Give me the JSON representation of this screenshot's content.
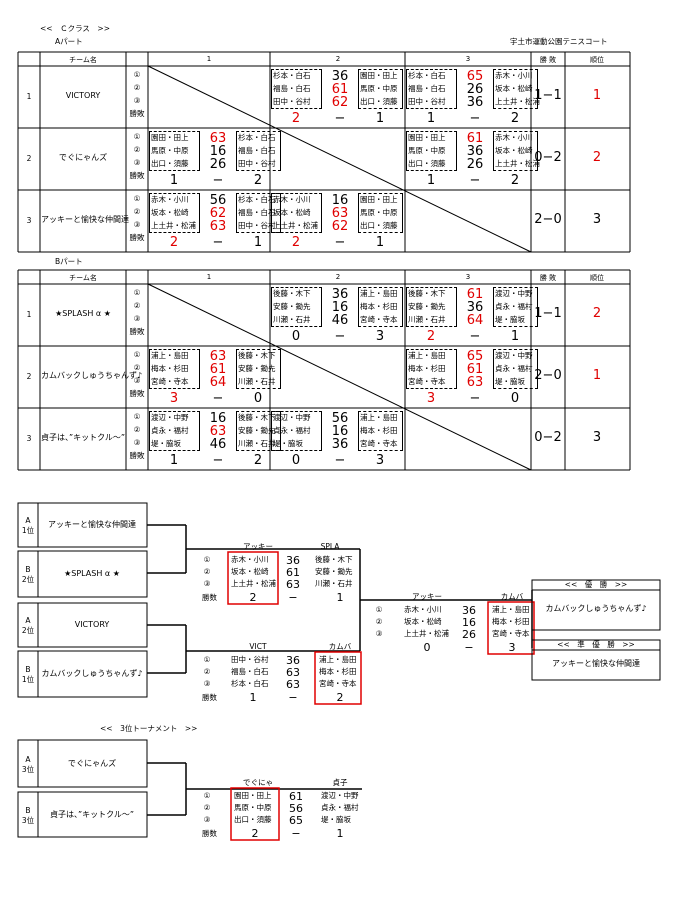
{
  "title": "<<　Ｃクラス　>>",
  "venue": "宇土市運動公園テニスコート",
  "partA": {
    "label": "Aパート",
    "hdr": {
      "team": "チーム名",
      "c1": "1",
      "c2": "2",
      "c3": "3",
      "wl": "勝 敗",
      "rank": "順位"
    },
    "idx": [
      "①",
      "②",
      "③",
      "勝敗"
    ],
    "teams": [
      {
        "no": "1",
        "name": "VICTORY",
        "wl": "1−1",
        "rank": "1",
        "cells": [
          null,
          {
            "l": [
              "杉本・白石",
              "福島・白石",
              "田中・谷村"
            ],
            "s": [
              "36",
              "61",
              "62"
            ],
            "r": [
              "園田・田上",
              "馬原・中原",
              "出口・須藤"
            ],
            "b": [
              "2",
              "−",
              "1"
            ]
          },
          {
            "l": [
              "杉本・白石",
              "福島・白石",
              "田中・谷村"
            ],
            "s": [
              "65",
              "26",
              "36"
            ],
            "r": [
              "赤木・小川",
              "坂本・松崎",
              "上土井・松浦"
            ],
            "b": [
              "1",
              "−",
              "2"
            ]
          }
        ]
      },
      {
        "no": "2",
        "name": "でぐにゃんズ",
        "wl": "0−2",
        "rank": "2",
        "cells": [
          {
            "l": [
              "園田・田上",
              "馬原・中原",
              "出口・須藤"
            ],
            "s": [
              "63",
              "16",
              "26"
            ],
            "r": [
              "杉本・白石",
              "福島・白石",
              "田中・谷村"
            ],
            "b": [
              "1",
              "−",
              "2"
            ]
          },
          null,
          {
            "l": [
              "園田・田上",
              "馬原・中原",
              "出口・須藤"
            ],
            "s": [
              "61",
              "36",
              "26"
            ],
            "r": [
              "赤木・小川",
              "坂本・松崎",
              "上土井・松浦"
            ],
            "b": [
              "1",
              "−",
              "2"
            ]
          }
        ]
      },
      {
        "no": "3",
        "name": "アッキーと愉快な仲間達",
        "wl": "2−0",
        "rank": "3",
        "cells": [
          {
            "l": [
              "赤木・小川",
              "坂本・松崎",
              "上土井・松浦"
            ],
            "s": [
              "56",
              "62",
              "63"
            ],
            "r": [
              "杉本・白石",
              "福島・白石",
              "田中・谷村"
            ],
            "b": [
              "2",
              "−",
              "1"
            ]
          },
          {
            "l": [
              "赤木・小川",
              "坂本・松崎",
              "上土井・松浦"
            ],
            "s": [
              "16",
              "63",
              "62"
            ],
            "r": [
              "園田・田上",
              "馬原・中原",
              "出口・須藤"
            ],
            "b": [
              "2",
              "−",
              "1"
            ]
          },
          null
        ]
      }
    ]
  },
  "partB": {
    "label": "Bパート",
    "hdr": {
      "team": "チーム名",
      "c1": "1",
      "c2": "2",
      "c3": "3",
      "wl": "勝 敗",
      "rank": "順位"
    },
    "idx": [
      "①",
      "②",
      "③",
      "勝敗"
    ],
    "teams": [
      {
        "no": "1",
        "name": "★SPLASH α ★",
        "wl": "1−1",
        "rank": "2",
        "cells": [
          null,
          {
            "l": [
              "後藤・木下",
              "安藤・鋤先",
              "川瀬・石井"
            ],
            "s": [
              "36",
              "16",
              "46"
            ],
            "r": [
              "浦上・島田",
              "梅本・杉田",
              "宮崎・寺本"
            ],
            "b": [
              "0",
              "−",
              "3"
            ]
          },
          {
            "l": [
              "後藤・木下",
              "安藤・鋤先",
              "川瀬・石井"
            ],
            "s": [
              "61",
              "36",
              "64"
            ],
            "r": [
              "渡辺・中野",
              "貞永・福村",
              "堤・脇坂"
            ],
            "b": [
              "2",
              "−",
              "1"
            ]
          }
        ]
      },
      {
        "no": "2",
        "name": "カムバックしゅうちゃんず♪",
        "wl": "2−0",
        "rank": "1",
        "cells": [
          {
            "l": [
              "浦上・島田",
              "梅本・杉田",
              "宮崎・寺本"
            ],
            "s": [
              "63",
              "61",
              "64"
            ],
            "r": [
              "後藤・木下",
              "安藤・鋤先",
              "川瀬・石井"
            ],
            "b": [
              "3",
              "−",
              "0"
            ]
          },
          null,
          {
            "l": [
              "浦上・島田",
              "梅本・杉田",
              "宮崎・寺本"
            ],
            "s": [
              "65",
              "61",
              "63"
            ],
            "r": [
              "渡辺・中野",
              "貞永・福村",
              "堤・脇坂"
            ],
            "b": [
              "3",
              "−",
              "0"
            ]
          }
        ]
      },
      {
        "no": "3",
        "name": "貞子は、”キットクル～”",
        "wl": "0−2",
        "rank": "3",
        "cells": [
          {
            "l": [
              "渡辺・中野",
              "貞永・福村",
              "堤・脇坂"
            ],
            "s": [
              "16",
              "63",
              "46"
            ],
            "r": [
              "後藤・木下",
              "安藤・鋤先",
              "川瀬・石井"
            ],
            "b": [
              "1",
              "−",
              "2"
            ]
          },
          {
            "l": [
              "渡辺・中野",
              "貞永・福村",
              "堤・脇坂"
            ],
            "s": [
              "56",
              "16",
              "36"
            ],
            "r": [
              "浦上・島田",
              "梅本・杉田",
              "宮崎・寺本"
            ],
            "b": [
              "0",
              "−",
              "3"
            ]
          },
          null
        ]
      }
    ]
  },
  "tournament": {
    "seeds": [
      {
        "seed": "A\n1位",
        "name": "アッキーと愉快な仲間達"
      },
      {
        "seed": "B\n2位",
        "name": "★SPLASH α ★"
      },
      {
        "seed": "A\n2位",
        "name": "VICTORY"
      },
      {
        "seed": "B\n1位",
        "name": "カムバックしゅうちゃんず♪"
      }
    ],
    "sf1": {
      "lt": "アッキー",
      "rt": "SPLA",
      "l": [
        "赤木・小川",
        "坂本・松崎",
        "上土井・松浦"
      ],
      "s": [
        "36",
        "61",
        "63"
      ],
      "r": [
        "後藤・木下",
        "安藤・鋤先",
        "川瀬・石井"
      ],
      "lb": "2",
      "rb": "1"
    },
    "sf2": {
      "lt": "VICT",
      "rt": "カムバ",
      "l": [
        "田中・谷村",
        "福島・白石",
        "杉本・白石"
      ],
      "s": [
        "36",
        "63",
        "63"
      ],
      "r": [
        "浦上・島田",
        "梅本・杉田",
        "宮崎・寺本"
      ],
      "lb": "1",
      "rb": "2"
    },
    "final": {
      "lt": "アッキー",
      "rt": "カムバ",
      "l": [
        "赤木・小川",
        "坂本・松崎",
        "上土井・松浦"
      ],
      "s": [
        "36",
        "16",
        "26"
      ],
      "r": [
        "浦上・島田",
        "梅本・杉田",
        "宮崎・寺本"
      ],
      "lb": "0",
      "rb": "3"
    },
    "idx": [
      "①",
      "②",
      "③",
      "勝数"
    ],
    "dash": "−",
    "win_label": "<<　優　勝　>>",
    "winner": "カムバックしゅうちゃんず♪",
    "runner_label": "<<　準　優　勝　>>",
    "runner": "アッキーと愉快な仲間達"
  },
  "third": {
    "label": "<<　3位トーナメント　>>",
    "seeds": [
      {
        "seed": "A\n3位",
        "name": "でぐにゃんズ"
      },
      {
        "seed": "B\n3位",
        "name": "貞子は、”キットクル～”"
      }
    ],
    "lt": "でぐにゃ",
    "rt": "貞子",
    "l": [
      "園田・田上",
      "馬原・中原",
      "出口・須藤"
    ],
    "s": [
      "61",
      "56",
      "65"
    ],
    "r": [
      "渡辺・中野",
      "貞永・福村",
      "堤・脇坂"
    ],
    "lb": "2",
    "rb": "1"
  }
}
